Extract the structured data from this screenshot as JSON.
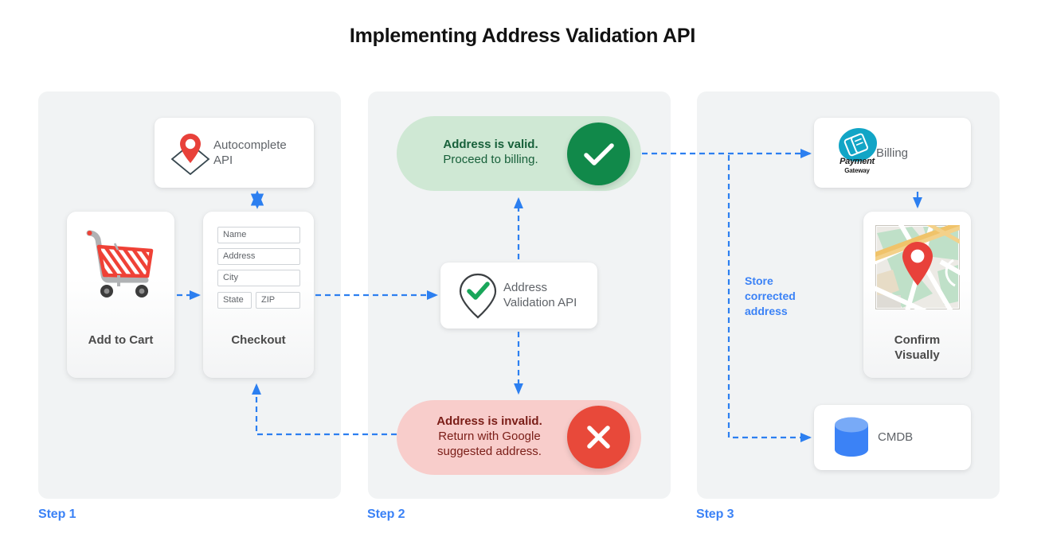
{
  "title": "Implementing Address Validation API",
  "accent_colors": {
    "arrow_blue": "#2c7ff0",
    "step_label_blue": "#3b82f6",
    "valid_green": "#11894a",
    "valid_pill_bg": "#cfe8d4",
    "valid_text": "#17603a",
    "invalid_red": "#e8493a",
    "invalid_pill_bg": "#f8cdcb",
    "invalid_text": "#7a1d17",
    "panel_bg": "#f1f3f4",
    "card_bg": "#ffffff",
    "cart_red": "#ef4136",
    "pin_red": "#e8413a",
    "cmdb_blue": "#3b82f6",
    "payment_teal": "#12a5c6"
  },
  "steps": [
    {
      "label": "Step 1"
    },
    {
      "label": "Step 2"
    },
    {
      "label": "Step 3"
    }
  ],
  "step1": {
    "autocomplete_api": {
      "icon": "map-pin-diamond-icon",
      "label": "Autocomplete\nAPI"
    },
    "add_to_cart": {
      "icon": "shopping-cart-icon",
      "label": "Add to Cart"
    },
    "checkout": {
      "label": "Checkout",
      "fields": [
        {
          "name": "name-field",
          "placeholder": "Name"
        },
        {
          "name": "address-field",
          "placeholder": "Address"
        },
        {
          "name": "city-field",
          "placeholder": "City"
        },
        {
          "name": "state-field",
          "placeholder": "State"
        },
        {
          "name": "zip-field",
          "placeholder": "ZIP"
        }
      ]
    }
  },
  "step2": {
    "valid": {
      "headline": "Address is valid.",
      "subline": "Proceed to billing.",
      "badge_icon": "check-icon"
    },
    "invalid": {
      "headline": "Address is invalid.",
      "subline": "Return with Google\nsuggested address.",
      "badge_icon": "close-icon"
    },
    "validation_api": {
      "icon": "map-pin-check-icon",
      "label": "Address\nValidation API"
    }
  },
  "step3": {
    "billing": {
      "icon": "payment-gateway-icon",
      "logo_wordmark": "Payment",
      "logo_sub": "Gateway",
      "label": "Billing"
    },
    "confirm_visually": {
      "icon": "map-thumbnail-icon",
      "label": "Confirm\nVisually"
    },
    "cmdb": {
      "icon": "database-icon",
      "label": "CMDB"
    },
    "store_note": "Store corrected address"
  }
}
